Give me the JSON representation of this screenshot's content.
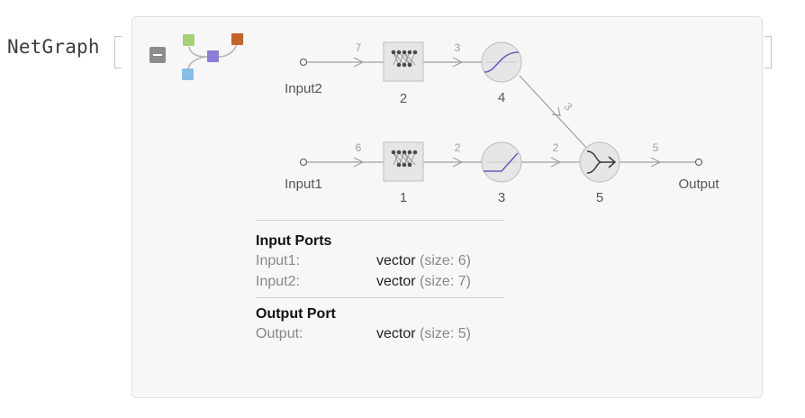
{
  "head_label": "NetGraph",
  "logo": {
    "node_colors": [
      "#a4d07a",
      "#8b7dd8",
      "#c6632b",
      "#88bfe6"
    ]
  },
  "nodes": [
    {
      "id": "input2",
      "label": "Input2",
      "kind": "port"
    },
    {
      "id": "n2",
      "label": "2",
      "kind": "linear"
    },
    {
      "id": "n4",
      "label": "4",
      "kind": "logistic"
    },
    {
      "id": "input1",
      "label": "Input1",
      "kind": "port"
    },
    {
      "id": "n1",
      "label": "1",
      "kind": "linear"
    },
    {
      "id": "n3",
      "label": "3",
      "kind": "ramp"
    },
    {
      "id": "n5",
      "label": "5",
      "kind": "catenate"
    },
    {
      "id": "output",
      "label": "Output",
      "kind": "port"
    }
  ],
  "edges": [
    {
      "from": "input2",
      "to": "n2",
      "size": "7"
    },
    {
      "from": "n2",
      "to": "n4",
      "size": "3"
    },
    {
      "from": "n4",
      "to": "n5",
      "size": "3"
    },
    {
      "from": "input1",
      "to": "n1",
      "size": "6"
    },
    {
      "from": "n1",
      "to": "n3",
      "size": "2"
    },
    {
      "from": "n3",
      "to": "n5",
      "size": "2"
    },
    {
      "from": "n5",
      "to": "output",
      "size": "5"
    }
  ],
  "ports": {
    "input_title": "Input Ports",
    "inputs": [
      {
        "name": "Input1:",
        "type": "vector",
        "size": "(size: 6)"
      },
      {
        "name": "Input2:",
        "type": "vector",
        "size": "(size: 7)"
      }
    ],
    "output_title": "Output Port",
    "outputs": [
      {
        "name": "Output:",
        "type": "vector",
        "size": "(size: 5)"
      }
    ]
  },
  "colors": {
    "edge": "#9a9a9a",
    "node_fill": "#e6e6e6",
    "node_stroke": "#bdbdbd",
    "curve": "#6a5fc1",
    "label": "#555555",
    "edge_label": "#a0a0a0"
  }
}
